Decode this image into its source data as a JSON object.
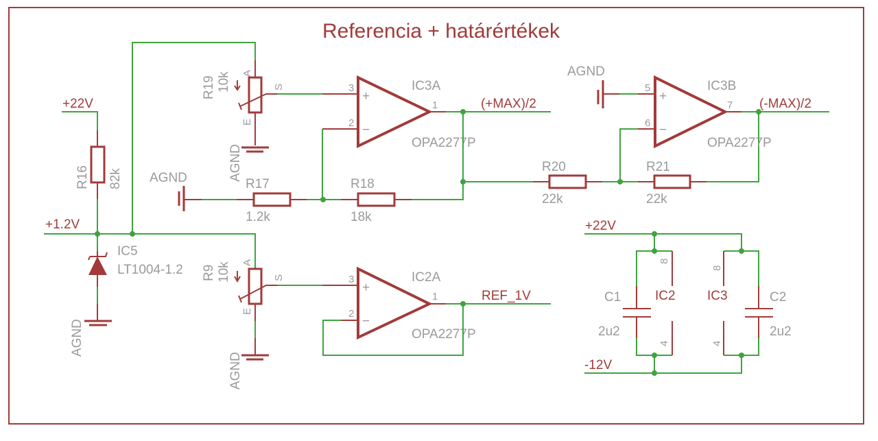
{
  "title": "Referencia + határértékek",
  "nets": {
    "v22_left": "+22V",
    "v1_2": "+1.2V",
    "max_pos": "(+MAX)/2",
    "max_neg": "(-MAX)/2",
    "ref": "REF_1V",
    "v22_supply": "+22V",
    "v12_neg": "-12V"
  },
  "ground_label": "AGND",
  "components": {
    "R16": {
      "name": "R16",
      "value": "82k"
    },
    "R17": {
      "name": "R17",
      "value": "1.2k"
    },
    "R18": {
      "name": "R18",
      "value": "18k"
    },
    "R19": {
      "name": "R19",
      "value": "10k"
    },
    "R9": {
      "name": "R9",
      "value": "10k"
    },
    "R20": {
      "name": "R20",
      "value": "22k"
    },
    "R21": {
      "name": "R21",
      "value": "22k"
    },
    "C1": {
      "name": "C1",
      "value": "2u2"
    },
    "C2": {
      "name": "C2",
      "value": "2u2"
    },
    "IC5": {
      "name": "IC5",
      "value": "LT1004-1.2"
    },
    "IC3A": {
      "name": "IC3A",
      "value": "OPA2277P",
      "pins": {
        "plus": "3",
        "minus": "2",
        "out": "1"
      }
    },
    "IC3B": {
      "name": "IC3B",
      "value": "OPA2277P",
      "pins": {
        "plus": "5",
        "minus": "6",
        "out": "7"
      }
    },
    "IC2A": {
      "name": "IC2A",
      "value": "OPA2277P",
      "pins": {
        "plus": "3",
        "minus": "2",
        "out": "1"
      }
    },
    "IC2": {
      "name": "IC2",
      "pins": {
        "vplus": "8",
        "vminus": "4"
      }
    },
    "IC3": {
      "name": "IC3",
      "pins": {
        "vplus": "8",
        "vminus": "4"
      }
    }
  },
  "pot_pins": {
    "a": "A",
    "s": "S",
    "e": "E"
  },
  "opamp_signs": {
    "plus": "+",
    "minus": "−"
  }
}
